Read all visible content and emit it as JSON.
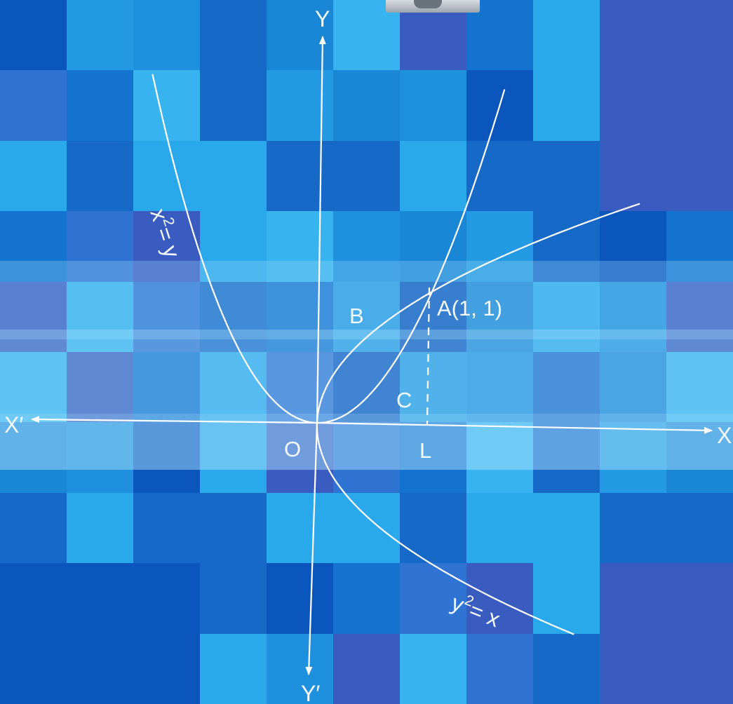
{
  "diagram": {
    "axis_labels": {
      "x_positive": "X",
      "x_negative": "X′",
      "y_positive": "Y",
      "y_negative": "Y′"
    },
    "point_labels": {
      "origin": "O",
      "foot": "L",
      "intersection": "A(1, 1)",
      "region_b": "B",
      "region_c": "C"
    },
    "curve_equations": {
      "parabola_upward": {
        "base": "x",
        "exp": "2",
        "rest": "= y"
      },
      "parabola_sideways": {
        "base": "y",
        "exp": "2",
        "rest": "= x"
      }
    },
    "colors": {
      "line": "#ffffff",
      "text": "#f4fbff",
      "background_blues": [
        "#0d5ec4",
        "#1a86d6",
        "#2aa1e6",
        "#3bb1ee",
        "#2f6fd0",
        "#3d4fb8"
      ]
    }
  }
}
